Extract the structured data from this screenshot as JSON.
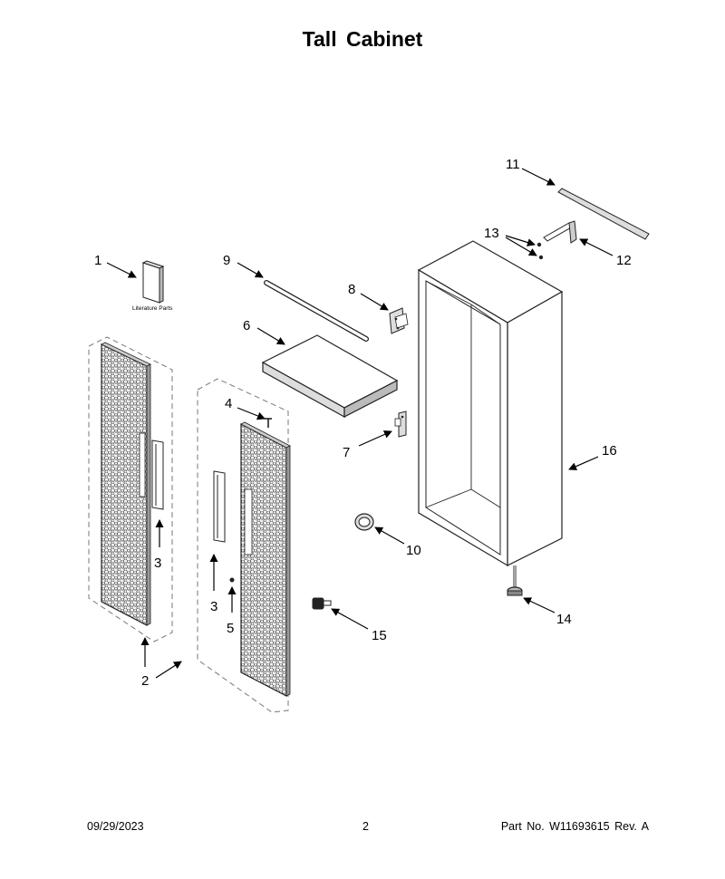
{
  "title": "Tall Cabinet",
  "literature_label": "Literature Parts",
  "callouts": [
    {
      "id": "c1",
      "text": "1"
    },
    {
      "id": "c2",
      "text": "2"
    },
    {
      "id": "c3a",
      "text": "3"
    },
    {
      "id": "c3b",
      "text": "3"
    },
    {
      "id": "c4",
      "text": "4"
    },
    {
      "id": "c5",
      "text": "5"
    },
    {
      "id": "c6",
      "text": "6"
    },
    {
      "id": "c7",
      "text": "7"
    },
    {
      "id": "c8",
      "text": "8"
    },
    {
      "id": "c9",
      "text": "9"
    },
    {
      "id": "c10",
      "text": "10"
    },
    {
      "id": "c11",
      "text": "11"
    },
    {
      "id": "c12",
      "text": "12"
    },
    {
      "id": "c13",
      "text": "13"
    },
    {
      "id": "c14",
      "text": "14"
    },
    {
      "id": "c15",
      "text": "15"
    },
    {
      "id": "c16",
      "text": "16"
    }
  ],
  "footer": {
    "date": "09/29/2023",
    "page": "2",
    "part": "Part No.  W11693615  Rev.  A"
  },
  "colors": {
    "line": "#222222",
    "grille": "#555555",
    "dash": "#777777"
  }
}
